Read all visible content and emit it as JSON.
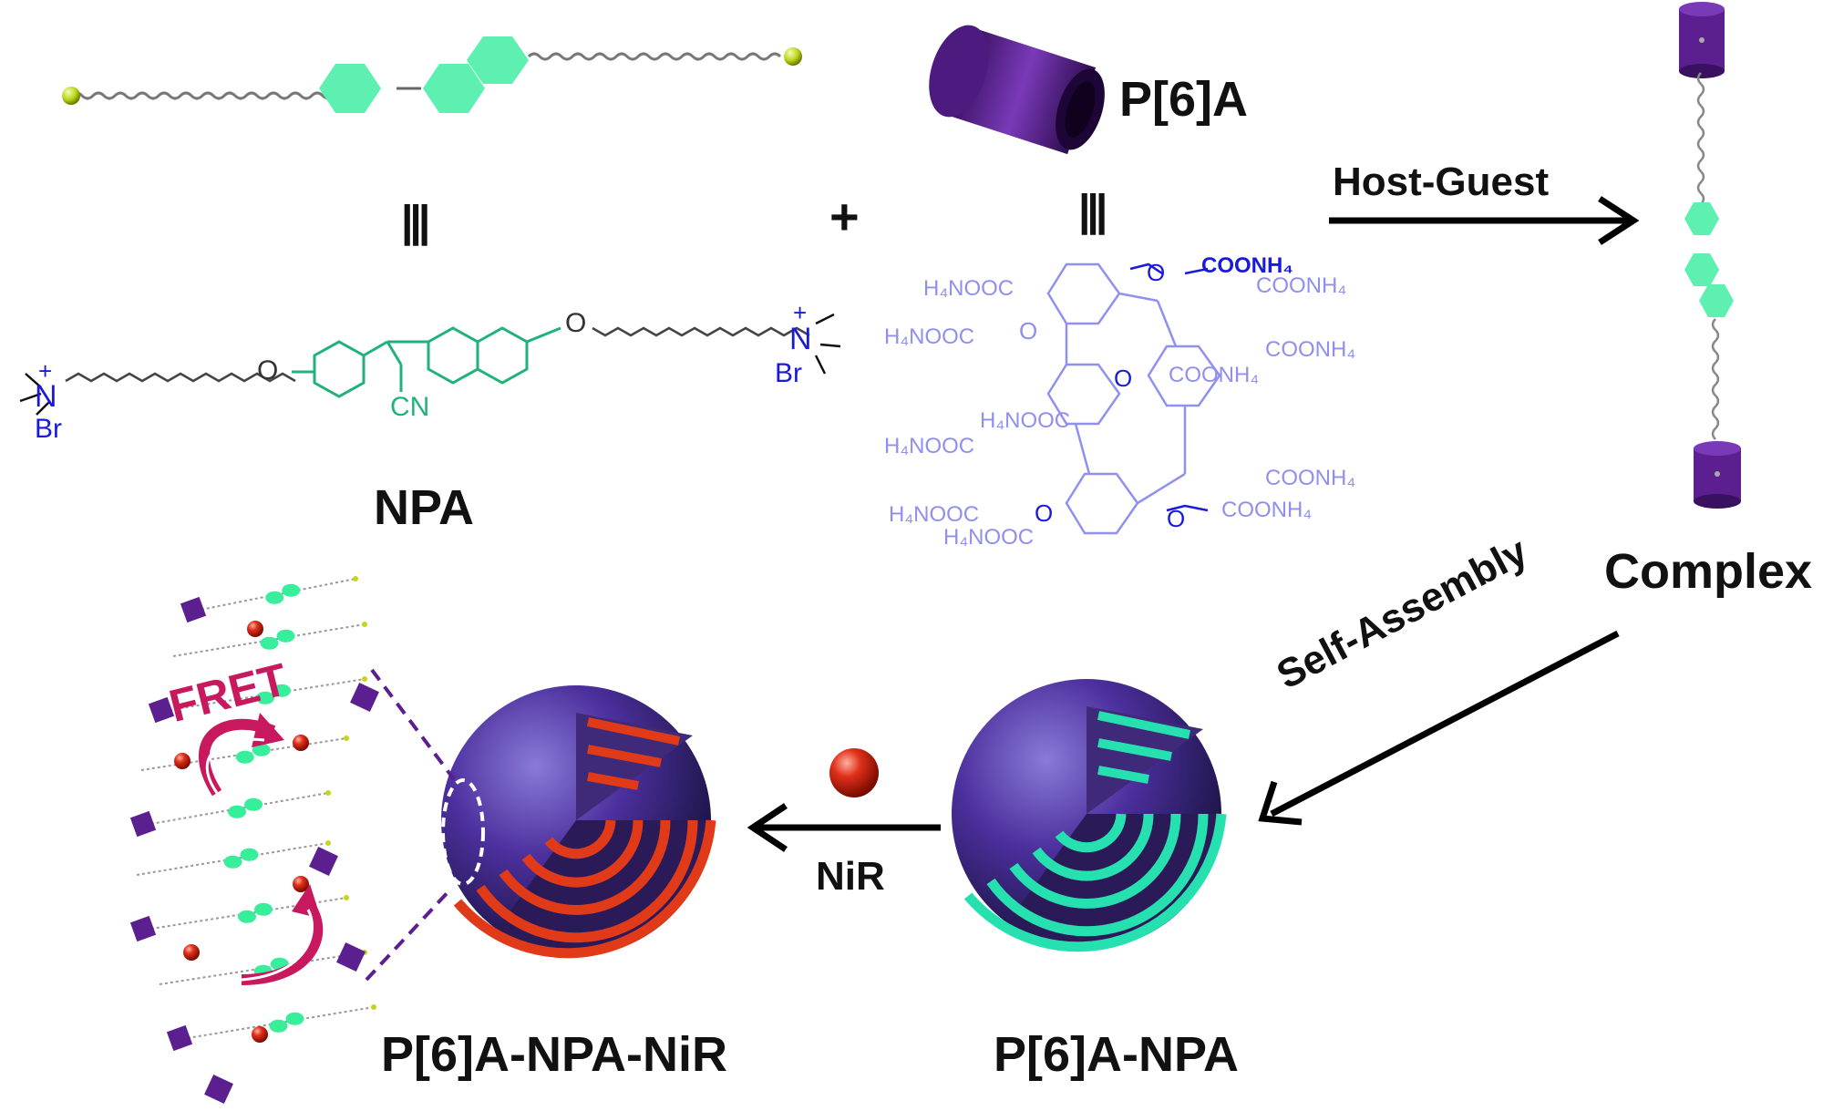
{
  "labels": {
    "p6a": "P[6]A",
    "npa": "NPA",
    "host_guest": "Host-Guest",
    "complex": "Complex",
    "self_assembly": "Self-Assembly",
    "nir": "NiR",
    "fret": "FRET",
    "p6a_npa": "P[6]A-NPA",
    "p6a_npa_nir": "P[6]A-NPA-NiR"
  },
  "symbols": {
    "plus": "+",
    "equiv": "|||"
  },
  "npa_structure": {
    "left_group": "N",
    "left_charge": "+",
    "left_counterion": "Br",
    "right_group": "N",
    "right_charge": "+",
    "right_counterion": "Br",
    "oxygen": "O",
    "nitrile": "CN"
  },
  "p6a_structure": {
    "groups": [
      "COONH₄",
      "H₄NOOC",
      "COONH₄",
      "H₄NOOC",
      "COONH₄",
      "COONH₄",
      "H₄NOOC",
      "H₄NOOC",
      "COONH₄",
      "H₄NOOC",
      "COONH₄",
      "H₄NOOC"
    ],
    "oxygen": "O"
  },
  "colors": {
    "purple": "#5b1f8f",
    "green": "#5df0b0",
    "red": "#d42a1a",
    "magenta": "#c8185e",
    "blue": "#1a1adb",
    "lavender": "#8f8ff0"
  }
}
